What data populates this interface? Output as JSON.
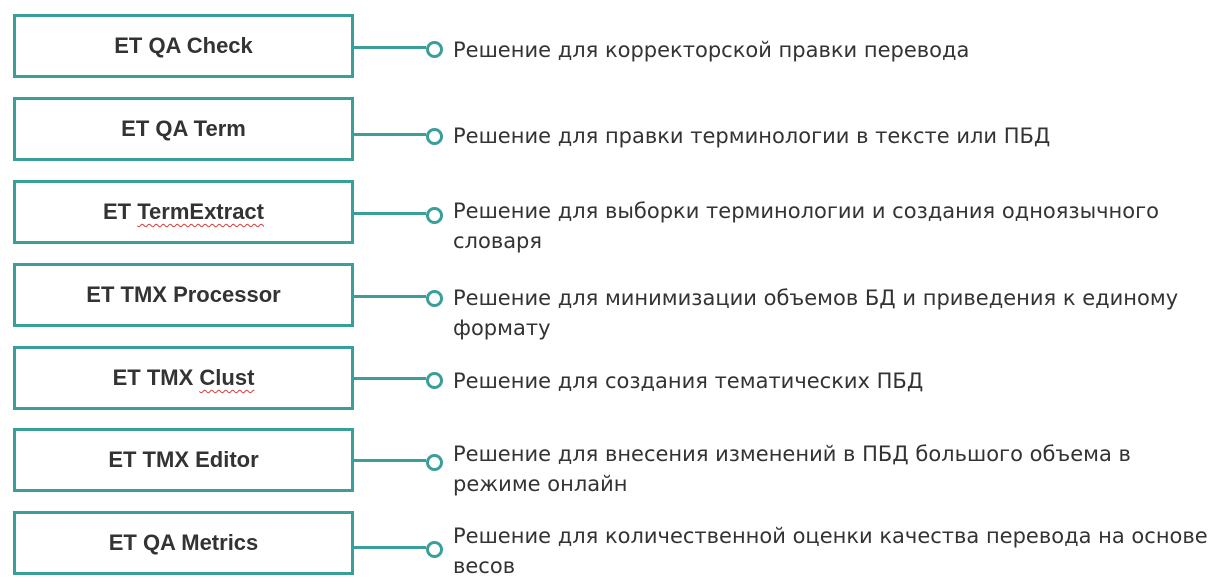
{
  "accent_color": "#3a9e9a",
  "items": [
    {
      "name_parts": [
        "ET QA Check"
      ],
      "description": "Решение для корректорской правки перевода"
    },
    {
      "name_parts": [
        "ET QA Term"
      ],
      "description": "Решение для правки терминологии в тексте или ПБД"
    },
    {
      "name_parts": [
        "ET ",
        "TermExtract"
      ],
      "description": "Решение для выборки терминологии и создания одноязычного словаря"
    },
    {
      "name_parts": [
        "ET TMX Processor"
      ],
      "description": "Решение для минимизации объемов БД и приведения к единому формату"
    },
    {
      "name_parts": [
        "ET TMX ",
        "Clust"
      ],
      "description": "Решение для создания тематических ПБД"
    },
    {
      "name_parts": [
        "ET TMX Editor"
      ],
      "description": "Решение для внесения изменений в ПБД большого объема в режиме онлайн"
    },
    {
      "name_parts": [
        "ET QA Metrics"
      ],
      "description": "Решение для количественной оценки качества перевода на основе весов"
    }
  ]
}
